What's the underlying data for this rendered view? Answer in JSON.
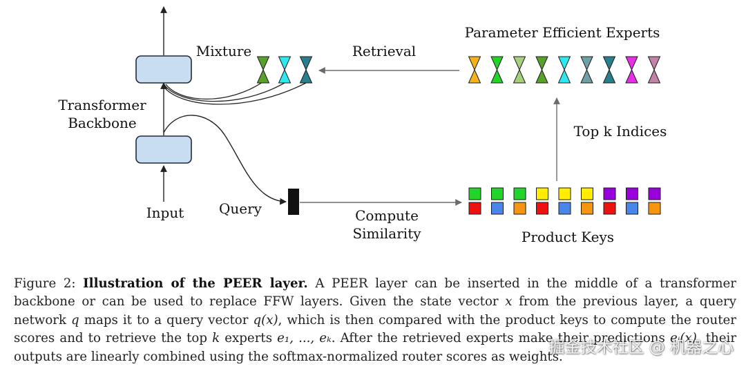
{
  "diagram": {
    "labels": {
      "transformer_backbone_line1": "Transformer",
      "transformer_backbone_line2": "Backbone",
      "input": "Input",
      "mixture": "Mixture",
      "query": "Query",
      "retrieval": "Retrieval",
      "parameter_efficient_experts": "Parameter Efficient Experts",
      "top_k_indices": "Top k Indices",
      "compute_similarity_line1": "Compute",
      "compute_similarity_line2": "Similarity",
      "product_keys": "Product Keys"
    },
    "colors": {
      "backbone_block_fill": "#c9ddf0",
      "backbone_block_stroke": "#1f2a36",
      "query_block": "#111111",
      "line": "#222222",
      "arrow_gray": "#6b6b6b"
    },
    "selected_experts": [
      "#5aa02c",
      "#2ee8f0",
      "#2a7f8f"
    ],
    "experts": [
      "#f5b21a",
      "#22d428",
      "#a6cf7e",
      "#5aa02c",
      "#2ee8f0",
      "#6fa0a6",
      "#2a7f8f",
      "#e82fe8",
      "#c482a9"
    ],
    "product_keys_top": [
      "#22d428",
      "#22d428",
      "#22d428",
      "#ffee00",
      "#ffee00",
      "#ffee00",
      "#9900dd",
      "#9900dd",
      "#9900dd"
    ],
    "product_keys_bottom": [
      "#ee1111",
      "#4a86e8",
      "#f59511",
      "#ee1111",
      "#4a86e8",
      "#f59511",
      "#ee1111",
      "#4a86e8",
      "#f59511"
    ]
  },
  "caption": {
    "figure_label": "Figure 2:",
    "bold_title": "Illustration of the PEER layer.",
    "seg1": " A PEER layer can be inserted in the middle of a transformer backbone or can be used to replace FFW layers. Given the state vector ",
    "var_x": "x",
    "seg2": " from the previous layer, a query network ",
    "var_q": "q",
    "seg3": " maps it to a query vector ",
    "qx": "q(x)",
    "seg4": ", which is then compared with the product keys to compute the router scores and to retrieve the top ",
    "var_k": "k",
    "seg5": " experts ",
    "experts_list": "e₁, ..., eₖ",
    "seg6": ". After the retrieved experts make their predictions ",
    "eix": "eᵢ(x)",
    "seg7": ", their outputs are linearly combined using the softmax-normalized router scores as weights."
  },
  "watermark": "掘金技术社区 @ 机器之心"
}
